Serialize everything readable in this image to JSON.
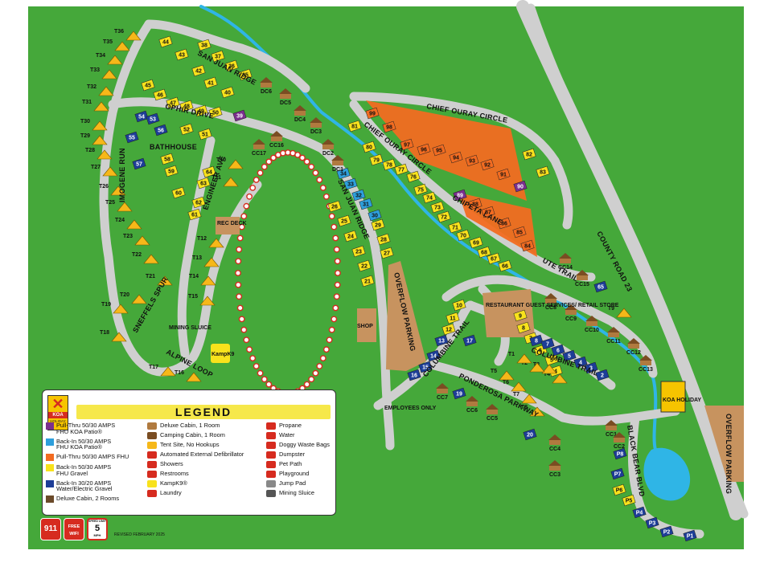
{
  "colors": {
    "grass": "#45a83a",
    "road": "#cfcfcf",
    "water": "#2fb5e6",
    "orange": "#f26b21",
    "yellow": "#f8e21c",
    "blue": "#2e9fdc",
    "navy": "#1d3d97",
    "purple": "#7b2f8e",
    "red": "#d62b1f",
    "building": "#c7935f"
  },
  "roads": {
    "san_juan_ridge_top": "SAN JUAN RIDGE",
    "ophir_drive": "OPHIR DRIVE",
    "bathhouse": "BATHHOUSE",
    "engineer_ave": "ENGINEER AVE",
    "imogene_run": "IMOGENE RUN",
    "sneffels_spur": "SNEFFELS SPUR",
    "alpine_loop": "ALPINE LOOP",
    "san_juan_ridge_mid": "SAN JUAN RIDGE",
    "chief_ouray_circle_upper": "CHIEF OURAY CIRCLE",
    "chief_ouray_circle_lower": "CHIEF OURAY CIRCLE",
    "chipeta_lane": "CHIPETA LANE",
    "ute_trail": "UTE TRAIL",
    "county_road": "COUNTY ROAD 23",
    "overflow_parking": "OVERFLOW PARKING",
    "overflow_parking_right": "OVERFLOW PARKING",
    "columbine_trail_1": "COLUMBINE TRAIL",
    "columbine_trail_2": "COLUMBINE TRAIL",
    "ponderosa_parkway": "PONDEROSA PARKWAY",
    "black_bear_blvd": "BLACK BEAR BLVD"
  },
  "places": {
    "rec_deck": "REC DECK",
    "mining_sluice": "MINING SLUICE",
    "shop": "SHOP",
    "employees_only": "EMPLOYEES ONLY",
    "restaurant": "RESTAURANT GUEST SERVICES/ RETAIL STORE",
    "kampk9": "KampK9",
    "koa_entrance": "KOA HOLIDAY"
  },
  "sites": {
    "yellow": [
      "44",
      "43",
      "42",
      "38",
      "37",
      "36",
      "35",
      "41",
      "40",
      "45",
      "46",
      "47",
      "48",
      "49",
      "50",
      "52",
      "51",
      "58",
      "59",
      "64",
      "60",
      "63",
      "62",
      "61",
      "26",
      "25",
      "24",
      "23",
      "22",
      "21",
      "29",
      "28",
      "27",
      "82",
      "83",
      "80",
      "79",
      "78",
      "77",
      "76",
      "75",
      "74",
      "73",
      "72",
      "71",
      "70",
      "69",
      "68",
      "67",
      "66",
      "81",
      "10",
      "11",
      "12",
      "4",
      "5",
      "6",
      "7",
      "8",
      "9",
      "T36",
      "T35",
      "T34",
      "T33",
      "T32",
      "T31",
      "T30",
      "T29",
      "T28",
      "T27",
      "T26",
      "T25",
      "T24",
      "T23",
      "T22",
      "T21",
      "T20",
      "T19",
      "T18",
      "T17",
      "T16",
      "T15",
      "T14",
      "T13",
      "T12",
      "T11",
      "T10",
      "T9",
      "T8",
      "T7",
      "T6",
      "T5",
      "T4",
      "T3",
      "T2",
      "T1",
      "P6",
      "P5"
    ],
    "blue": [
      "34",
      "33",
      "32",
      "31",
      "30"
    ],
    "navy": [
      "54",
      "53",
      "55",
      "56",
      "57",
      "65",
      "13",
      "14",
      "15",
      "16",
      "17",
      "19",
      "20",
      "1",
      "2",
      "3",
      "P8",
      "P7",
      "P4",
      "P3",
      "P2",
      "P1"
    ],
    "navy_numbers": [
      "9",
      "8",
      "7",
      "6",
      "5",
      "4",
      "3",
      "2"
    ],
    "orange": [
      "99",
      "98",
      "97",
      "96",
      "95",
      "94",
      "93",
      "92",
      "91",
      "88",
      "87",
      "86",
      "85",
      "84"
    ],
    "purple": [
      "39",
      "89",
      "90"
    ]
  },
  "cabins": [
    "DC6",
    "DC5",
    "DC4",
    "DC3",
    "DC2",
    "DC1",
    "CC17",
    "CC16",
    "CC14",
    "CC15",
    "CC8",
    "CC9",
    "CC10",
    "CC11",
    "CC12",
    "CC13",
    "CC1",
    "CC2",
    "CC3",
    "CC4",
    "CC5",
    "CC6",
    "CC7"
  ],
  "legend": {
    "title": "LEGEND",
    "logo_text": "KOA",
    "logo_sub": "HOLIDAY",
    "col1": [
      {
        "label": "Pull-Thru 50/30 AMPS\nFHU KOA Patio®",
        "color": "#7b2f8e"
      },
      {
        "label": "Back-In 50/30 AMPS\nFHU KOA Patio®",
        "color": "#2e9fdc"
      },
      {
        "label": "Pull-Thru 50/30 AMPS FHU",
        "color": "#f26b21"
      },
      {
        "label": "Back-In 50/30 AMPS\nFHU Gravel",
        "color": "#f8e21c"
      },
      {
        "label": "Back-In 30/20 AMPS\nWater/Electric Gravel",
        "color": "#1d3d97"
      },
      {
        "label": "Deluxe Cabin, 2 Rooms",
        "color": "#6b4a2a"
      }
    ],
    "col2": [
      {
        "label": "Deluxe Cabin, 1 Room",
        "icon": "cabin-icon"
      },
      {
        "label": "Camping Cabin, 1 Room",
        "icon": "camping-cabin-icon"
      },
      {
        "label": "Tent Site, No Hookups",
        "icon": "tent-icon"
      },
      {
        "label": "Automated External Defibrillator",
        "icon": "aed-icon"
      },
      {
        "label": "Showers",
        "icon": "shower-icon"
      },
      {
        "label": "Restrooms",
        "icon": "restroom-icon"
      },
      {
        "label": "KampK9®",
        "icon": "kampk9-icon"
      },
      {
        "label": "Laundry",
        "icon": "laundry-icon"
      }
    ],
    "col3": [
      {
        "label": "Propane",
        "icon": "propane-icon"
      },
      {
        "label": "Water",
        "icon": "water-icon"
      },
      {
        "label": "Doggy Waste Bags",
        "icon": "dog-bag-icon"
      },
      {
        "label": "Dumpster",
        "icon": "dumpster-icon"
      },
      {
        "label": "Pet Path",
        "icon": "pet-path-icon"
      },
      {
        "label": "Playground",
        "icon": "playground-icon"
      },
      {
        "label": "Jump Pad",
        "icon": "jump-pad-icon"
      },
      {
        "label": "Mining Sluice",
        "icon": "mining-sluice-icon"
      }
    ]
  },
  "badges": {
    "emergency": "911",
    "wifi": "FREE WIFI",
    "speed_top": "SPEED LIMIT",
    "speed": "5",
    "speed_unit": "MPH"
  },
  "revised": "REVISED FEBRUARY 2025"
}
